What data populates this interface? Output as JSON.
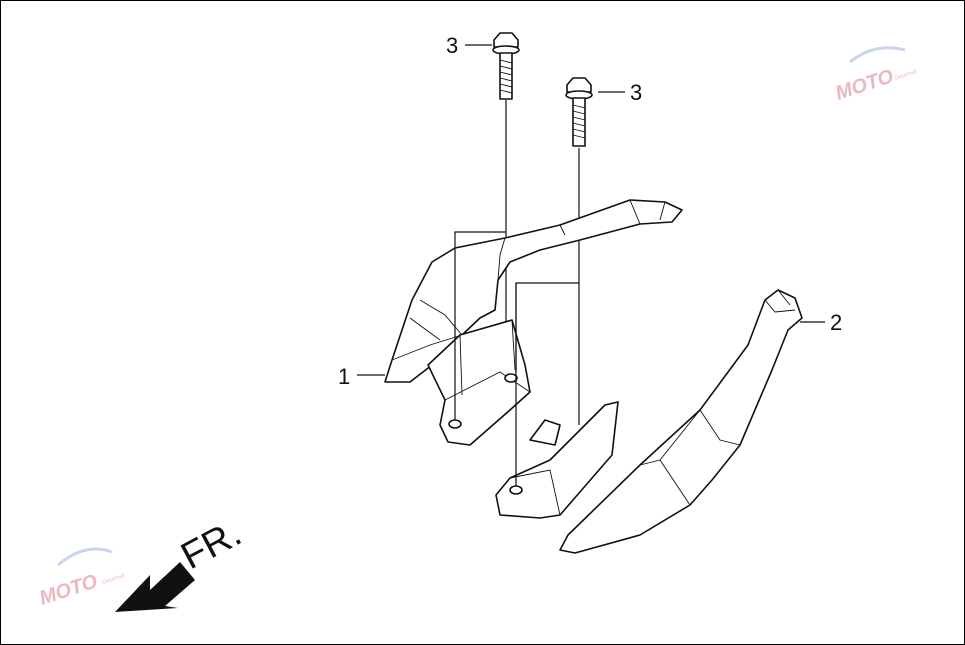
{
  "callouts": [
    {
      "id": "part-1",
      "label": "1"
    },
    {
      "id": "part-2",
      "label": "2"
    },
    {
      "id": "bolt-left",
      "label": "3"
    },
    {
      "id": "bolt-right",
      "label": "3"
    }
  ],
  "direction": {
    "label": "FR."
  },
  "watermark": {
    "text": "MOTO",
    "sub": "Gourmet",
    "color": "#e8a0a8",
    "accent": "#b8c8e8"
  }
}
